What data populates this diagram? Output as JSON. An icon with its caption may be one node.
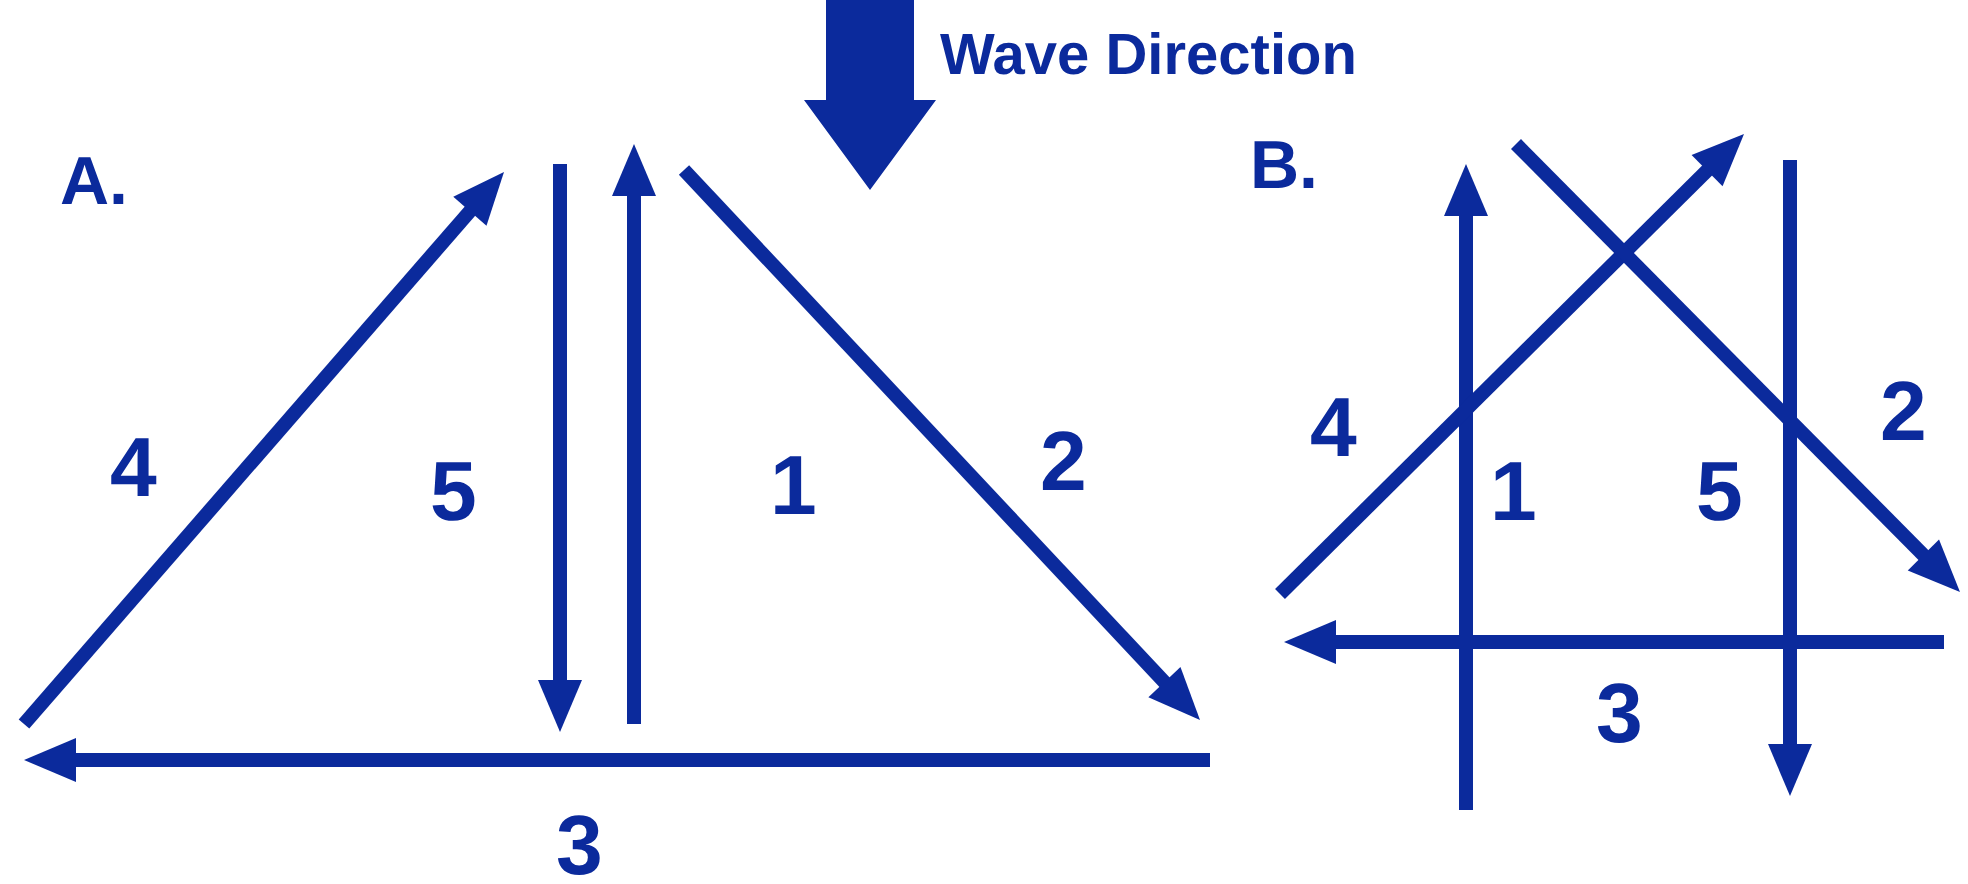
{
  "diagram": {
    "labels": [
      "Wave Direction",
      "A.",
      "B.",
      "4",
      "5",
      "1",
      "2",
      "4",
      "1",
      "5",
      "2",
      "3",
      "3"
    ]
  }
}
